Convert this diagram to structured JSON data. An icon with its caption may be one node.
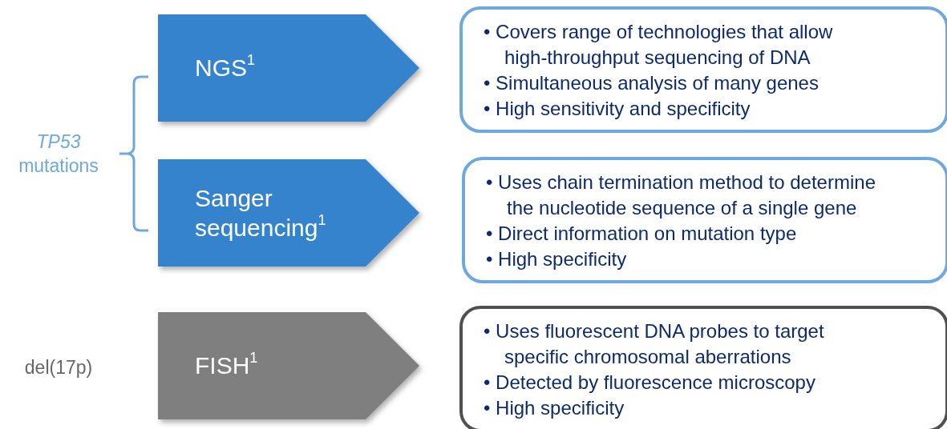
{
  "diagram": {
    "nodes": [
      {
        "text": [
          "NGS$^{1}$"
        ]
      },
      {
        "text": [
          "• Covers range of technologies that allow high-throughput sequencing of DNA",
          "• Simultaneous analysis of many genes",
          "• High sensitivity and specificity"
        ]
      },
      {
        "text": [
          "Sanger sequencing$^{1}$"
        ]
      },
      {
        "text": [
          "• Uses chain termination method to determine the nucleotide sequence of a single gene",
          "• Direct information on mutation type",
          "• High specificity"
        ]
      },
      {
        "text": [
          "FISH$^{1}$"
        ]
      },
      {
        "text": [
          "• Uses fluorescent DNA probes to target specific chromosomal aberrations",
          "• Detected by fluorescence microscopy",
          "• High specificity"
        ]
      }
    ],
    "labels": [
      "*TP53* mutations",
      "del(17p)"
    ]
  }
}
